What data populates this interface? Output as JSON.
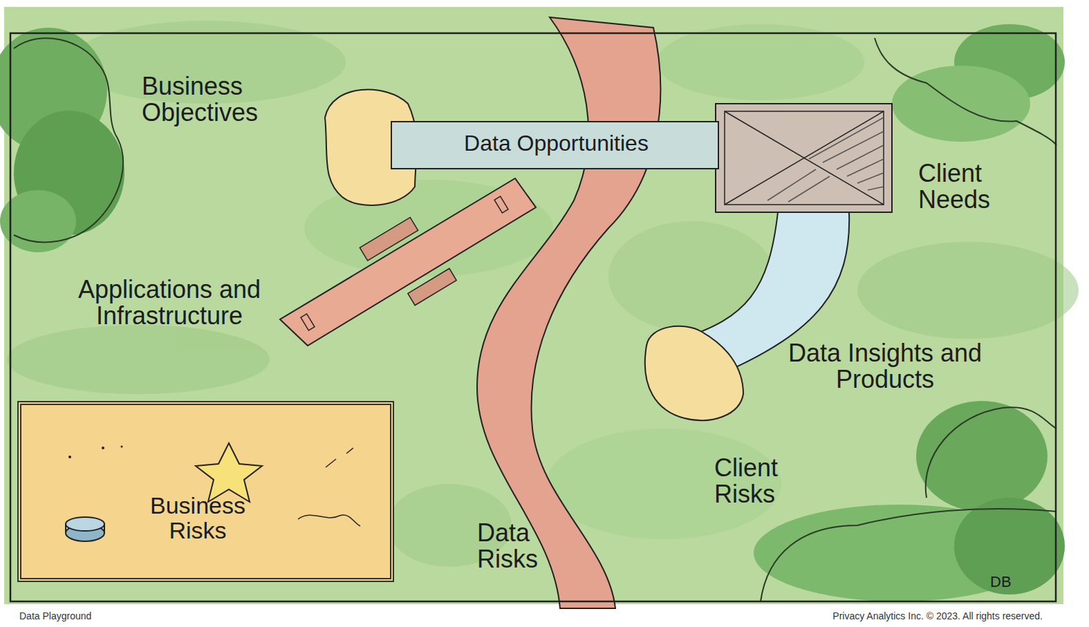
{
  "diagram": {
    "caption": "Data Playground",
    "nodes": [
      {
        "text": [
          "Data Opportunities"
        ]
      },
      {
        "text": [
          "Business Risks"
        ]
      }
    ],
    "labels": [
      "Business Objectives",
      "Client Needs",
      "Applications and Infrastructure",
      "Data Insights and Products",
      "Client Risks",
      "Data Risks",
      "DB",
      "Privacy Analytics Inc. © 2023. All rights reserved."
    ]
  }
}
